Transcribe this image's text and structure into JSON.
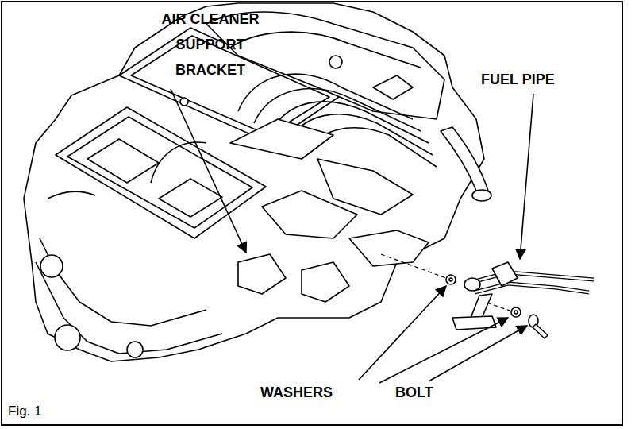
{
  "diagram": {
    "labels": [
      "AIR CLEANER SUPPORT BRACKET",
      "FUEL PIPE",
      "WASHERS",
      "BOLT",
      "Fig. 1"
    ]
  }
}
